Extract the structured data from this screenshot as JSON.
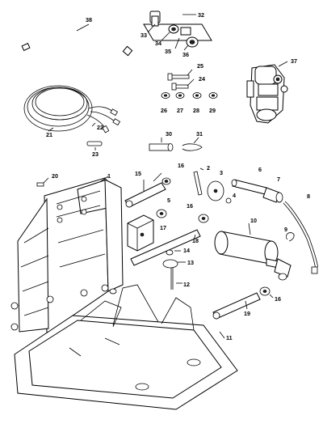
{
  "callouts": [
    {
      "n": "1"
    },
    {
      "n": "2"
    },
    {
      "n": "3"
    },
    {
      "n": "4"
    },
    {
      "n": "5"
    },
    {
      "n": "6"
    },
    {
      "n": "7"
    },
    {
      "n": "8"
    },
    {
      "n": "9"
    },
    {
      "n": "10"
    },
    {
      "n": "11"
    },
    {
      "n": "12"
    },
    {
      "n": "13"
    },
    {
      "n": "14"
    },
    {
      "n": "15"
    },
    {
      "n": "16"
    },
    {
      "n": "16"
    },
    {
      "n": "16"
    },
    {
      "n": "17"
    },
    {
      "n": "18"
    },
    {
      "n": "19"
    },
    {
      "n": "20"
    },
    {
      "n": "21"
    },
    {
      "n": "22"
    },
    {
      "n": "23"
    },
    {
      "n": "24"
    },
    {
      "n": "25"
    },
    {
      "n": "26"
    },
    {
      "n": "27"
    },
    {
      "n": "28"
    },
    {
      "n": "29"
    },
    {
      "n": "30"
    },
    {
      "n": "31"
    },
    {
      "n": "32"
    },
    {
      "n": "33"
    },
    {
      "n": "34"
    },
    {
      "n": "35"
    },
    {
      "n": "36"
    },
    {
      "n": "37"
    },
    {
      "n": "38"
    }
  ]
}
